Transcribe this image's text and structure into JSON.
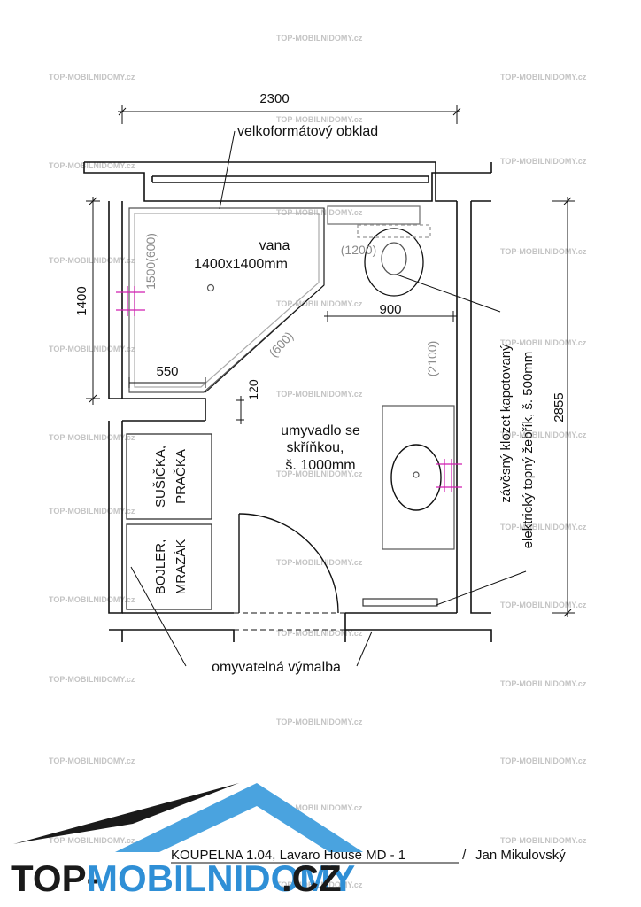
{
  "watermark": "TOP-MOBILNIDOMY.cz",
  "dimensions": {
    "width_top": "2300",
    "height_right": "2855",
    "height_left": "1400",
    "shower_vertical": "1500(600)",
    "shower_diag": "(600)",
    "shower_bottom": "550",
    "step": "120",
    "wc_gap": "(1200)",
    "wc_width": "900",
    "basin_run": "(2100)"
  },
  "labels": {
    "tiles": "velkoformátový obklad",
    "bath_line1": "vana",
    "bath_line2": "1400x1400mm",
    "washer_line1": "SUŠIČKA,",
    "washer_line2": "PRAČKA",
    "boiler_line1": "BOJLER,",
    "boiler_line2": "MRAZÁK",
    "basin_line1": "umyvadlo se",
    "basin_line2": "skříňkou,",
    "basin_line3": "š. 1000mm",
    "toilet": "závěsný klozet kapotovaný",
    "heater": "elektrický topný žebřík, š. 500mm",
    "paint": "omyvatelná výmalba"
  },
  "caption": {
    "project": "KOUPELNA 1.04, Lavaro House MD - 1",
    "sep": " / ",
    "author": "Jan Mikulovský"
  },
  "logo": {
    "part1": "TOP-",
    "part2": "MOBILNIDOMY",
    "part3": ".CZ",
    "color_dark": "#1a1a1a",
    "color_blue": "#2f8fd6"
  }
}
